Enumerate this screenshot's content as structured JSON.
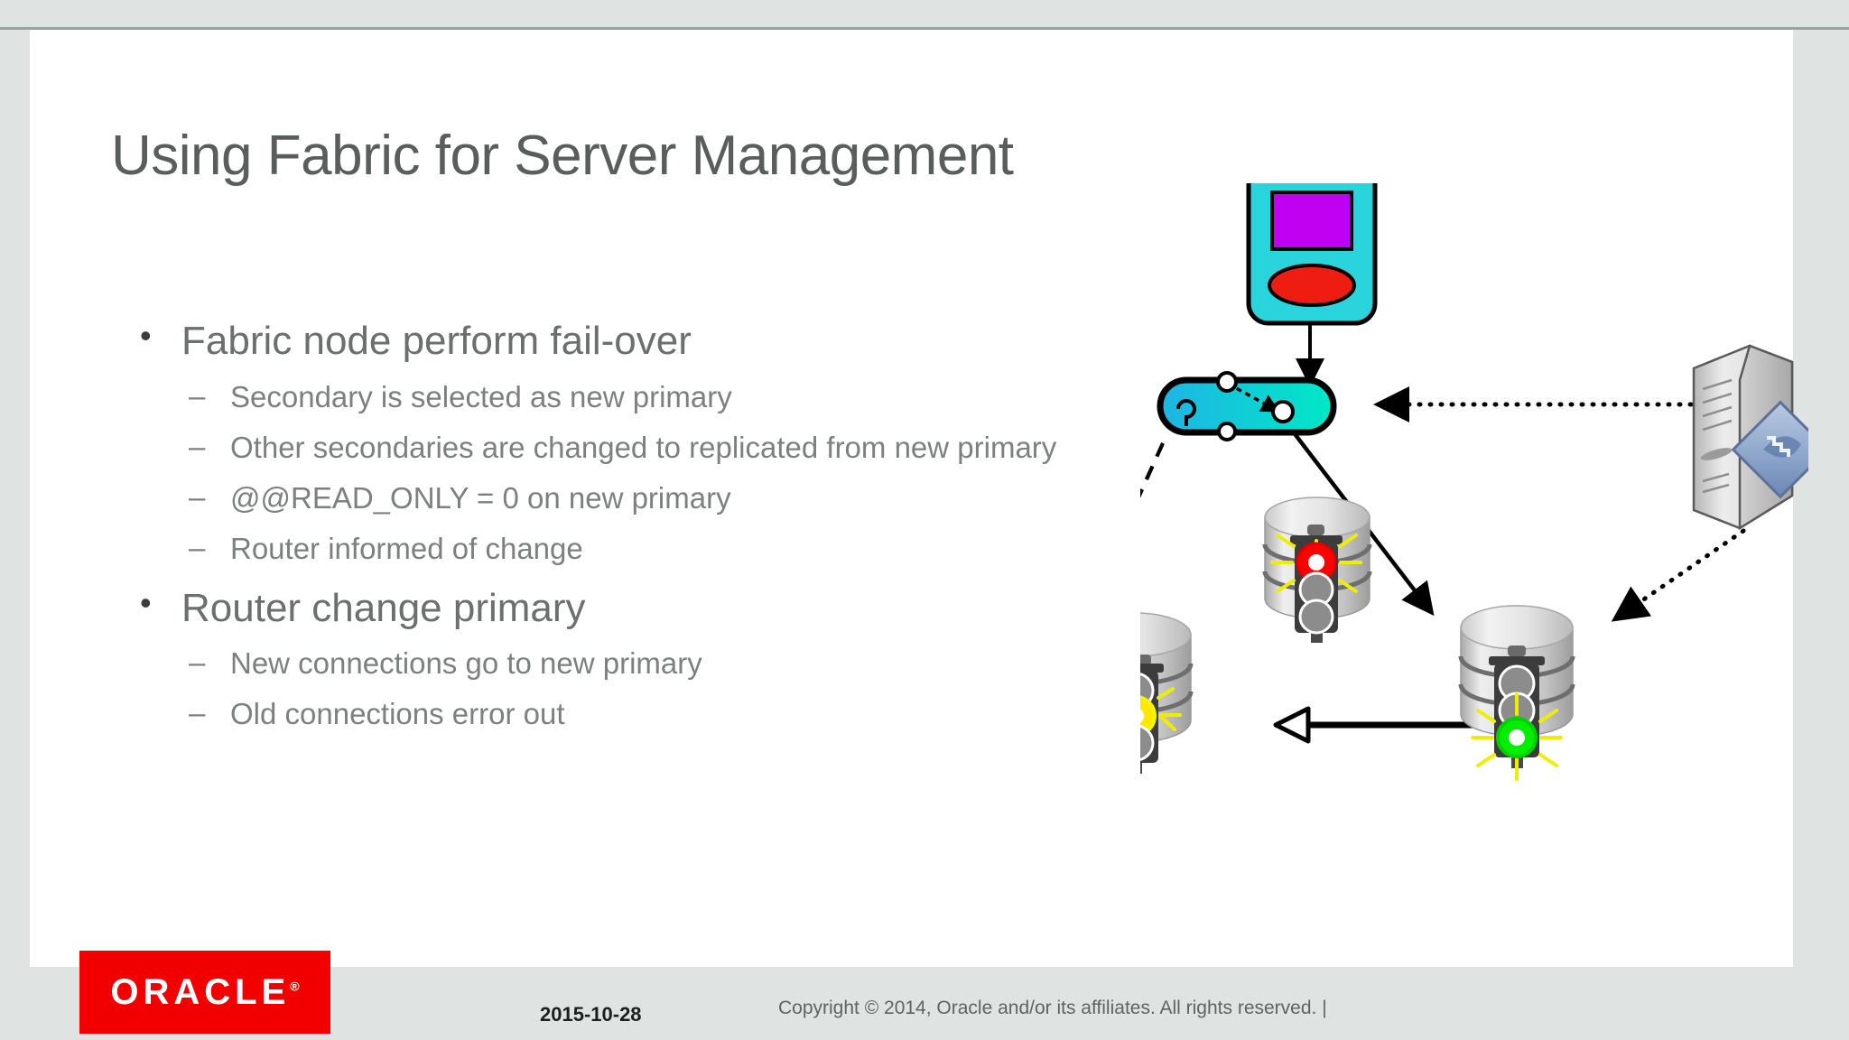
{
  "slide": {
    "title": "Using Fabric for Server Management",
    "bullets": [
      {
        "level": 1,
        "marker": "•",
        "text": "Fabric node perform fail-over"
      },
      {
        "level": 2,
        "marker": "–",
        "text": "Secondary is selected as new primary"
      },
      {
        "level": 2,
        "marker": "–",
        "text": "Other secondaries are changed to replicated from new primary"
      },
      {
        "level": 2,
        "marker": "–",
        "text": "@@READ_ONLY = 0 on new primary"
      },
      {
        "level": 2,
        "marker": "–",
        "text": "Router informed of change"
      },
      {
        "level": 1,
        "marker": "•",
        "text": "Router change primary"
      },
      {
        "level": 2,
        "marker": "–",
        "text": "New connections go to new primary"
      },
      {
        "level": 2,
        "marker": "–",
        "text": "Old connections error out"
      }
    ]
  },
  "footer": {
    "logo_text": "ORACLE",
    "logo_trademark": "®",
    "date": "2015-10-28",
    "copyright": "Copyright © 2014, Oracle and/or its affiliates. All rights reserved.  |"
  },
  "diagram": {
    "nodes": {
      "client_device": {
        "name": "client-device",
        "body_color": "#2ad4dd",
        "screen_color": "#c000f0",
        "button_color": "#ee1c11"
      },
      "fabric_router": {
        "name": "fabric-router",
        "gradient_from": "#21b8e2",
        "gradient_to": "#00e5c8"
      },
      "management_server": {
        "name": "management-server",
        "body_color": "#d6d6d6",
        "badge_color": "#7d97bf"
      },
      "db_old_primary": {
        "name": "database-old-primary",
        "signal_color": "#ff0000",
        "signal_position": "top"
      },
      "db_secondary": {
        "name": "database-secondary",
        "signal_color": "#ffe800",
        "signal_position": "middle"
      },
      "db_new_primary": {
        "name": "database-new-primary",
        "signal_color": "#00ef00",
        "signal_position": "bottom"
      }
    },
    "edges": [
      {
        "from": "client_device",
        "to": "fabric_router",
        "style": "solid"
      },
      {
        "from": "management_server",
        "to": "fabric_router",
        "style": "dotted"
      },
      {
        "from": "fabric_router",
        "to": "db_secondary",
        "style": "dashed"
      },
      {
        "from": "fabric_router",
        "to": "db_new_primary",
        "style": "solid"
      },
      {
        "from": "management_server",
        "to": "db_new_primary",
        "style": "dotted"
      },
      {
        "from": "db_new_primary",
        "to": "db_secondary",
        "style": "solid-dotted"
      }
    ]
  }
}
